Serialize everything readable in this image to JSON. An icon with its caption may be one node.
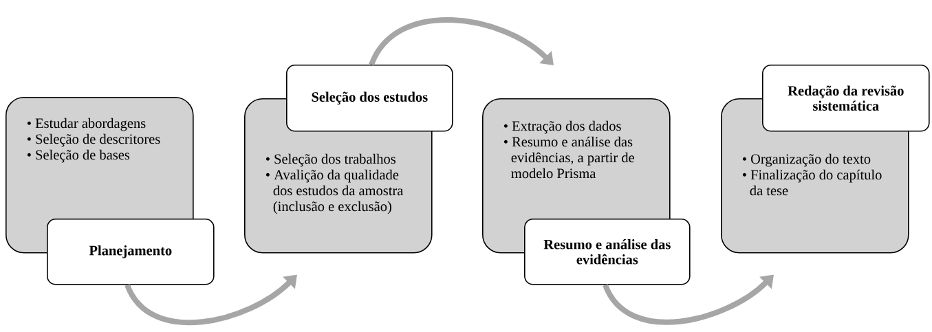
{
  "diagram": {
    "nodes": [
      {
        "text": [
          "• Estudar abordagens",
          "• Seleção de descritores",
          "• Seleção de bases"
        ]
      },
      {
        "text": [
          "Planejamento"
        ]
      },
      {
        "text": [
          "• Seleção dos trabalhos",
          "• Avalição da qualidade dos estudos da amostra (inclusão e exclusão)"
        ]
      },
      {
        "text": [
          "Seleção dos estudos"
        ]
      },
      {
        "text": [
          "• Extração dos dados",
          "• Resumo e análise das evidências, a partir de modelo Prisma"
        ]
      },
      {
        "text": [
          "Resumo e análise das evidências"
        ]
      },
      {
        "text": [
          "• Organização do texto",
          "• Finalização do capítulo da tese"
        ]
      },
      {
        "text": [
          "Redação da revisão sistemática"
        ]
      }
    ],
    "edges": [
      {
        "from": 1,
        "to": 2,
        "arrow": "to"
      },
      {
        "from": 3,
        "to": 4,
        "arrow": "to"
      },
      {
        "from": 5,
        "to": 6,
        "arrow": "to"
      }
    ]
  }
}
